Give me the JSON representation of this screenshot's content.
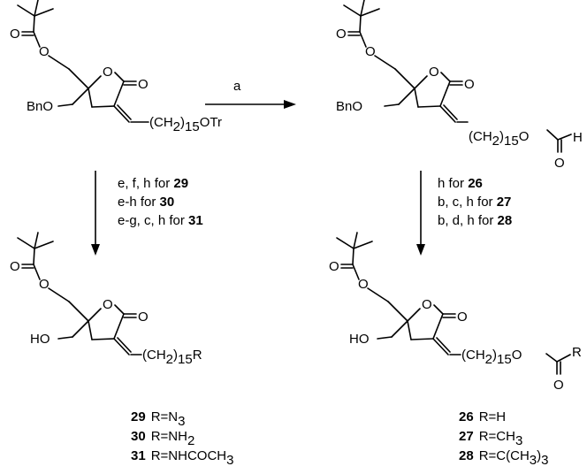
{
  "atoms": {
    "O": "O",
    "BnO": "BnO",
    "HO": "HO",
    "H": "H",
    "R": "R"
  },
  "chains": {
    "otr": {
      "pre": "(CH",
      "sub2": "2",
      "mid": ")",
      "sub15": "15",
      "post": "OTr"
    },
    "ester": {
      "pre": "(CH",
      "sub2": "2",
      "mid": ")",
      "sub15": "15",
      "post": "O"
    },
    "r": {
      "pre": "(CH",
      "sub2": "2",
      "mid": ")",
      "sub15": "15",
      "post": "R"
    }
  },
  "arrows": {
    "a": {
      "label": "a"
    },
    "left": [
      {
        "text": "e, f, h for ",
        "compound": "29"
      },
      {
        "text": "e-h for ",
        "compound": "30"
      },
      {
        "text": "e-g, c, h for ",
        "compound": "31"
      }
    ],
    "right": [
      {
        "text": "h for ",
        "compound": "26"
      },
      {
        "text": "b, c, h for ",
        "compound": "27"
      },
      {
        "text": "b, d, h for ",
        "compound": "28"
      }
    ]
  },
  "legend_left": [
    {
      "num": "29",
      "r_pre": "R=N",
      "sub": "3",
      "r_post": ""
    },
    {
      "num": "30",
      "r_pre": "R=NH",
      "sub": "2",
      "r_post": ""
    },
    {
      "num": "31",
      "r_pre": "R=NHCOCH",
      "sub": "3",
      "r_post": ""
    }
  ],
  "legend_right": [
    {
      "num": "26",
      "r_pre": "R=H",
      "sub": "",
      "r_mid": "",
      "sub2": "",
      "r_post": ""
    },
    {
      "num": "27",
      "r_pre": "R=CH",
      "sub": "3",
      "r_mid": "",
      "sub2": "",
      "r_post": ""
    },
    {
      "num": "28",
      "r_pre": "R=C(CH",
      "sub": "3",
      "r_mid": ")",
      "sub2": "3",
      "r_post": ""
    }
  ]
}
